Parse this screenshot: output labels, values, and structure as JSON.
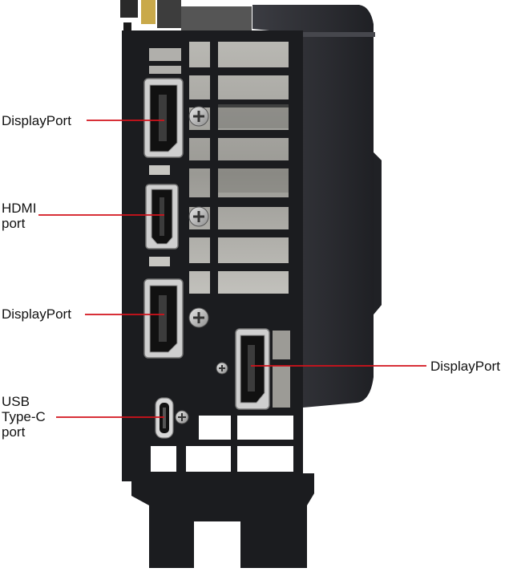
{
  "labels": {
    "displayport_top": "DisplayPort",
    "hdmi": "HDMI\nport",
    "displayport_middle": "DisplayPort",
    "displayport_right": "DisplayPort",
    "usb_c": "USB\nType-C\nport"
  },
  "colors": {
    "leader_line": "#d3121b",
    "bracket": "#1b1c1f",
    "cooler": "#2a2b30",
    "vent": "#9b9b97",
    "background": "#ffffff"
  },
  "icons": {
    "screw": "phillips-screw-icon"
  }
}
